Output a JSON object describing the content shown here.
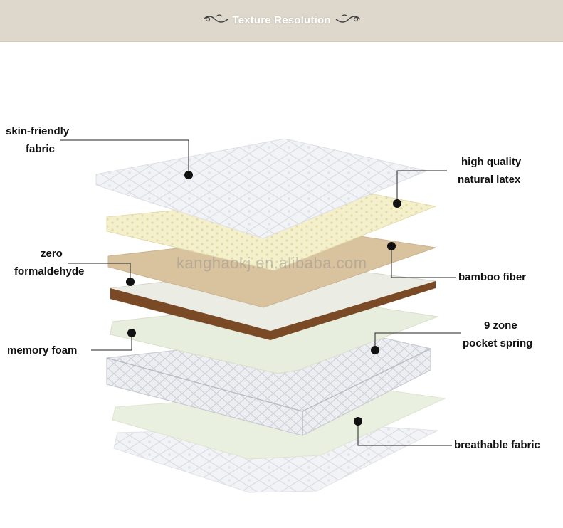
{
  "banner": {
    "title": "Texture Resolution"
  },
  "watermark": "kanghaokj.en.alibaba.com",
  "labels": {
    "skin_friendly_1": "skin-friendly",
    "skin_friendly_2": "fabric",
    "latex_1": "high quality",
    "latex_2": "natural latex",
    "formaldehyde_1": "zero",
    "formaldehyde_2": "formaldehyde",
    "bamboo": "bamboo fiber",
    "memory": "memory foam",
    "spring_1": "9 zone",
    "spring_2": "pocket spring",
    "breathable": "breathable fabric"
  },
  "colors": {
    "banner": "#ddd8cb",
    "latex": "#f3efc9",
    "bamboo": "#d9c39f",
    "coir_edge": "#7a4a26",
    "foam": "#e9efd9",
    "fabric": "#f4f5f8"
  }
}
